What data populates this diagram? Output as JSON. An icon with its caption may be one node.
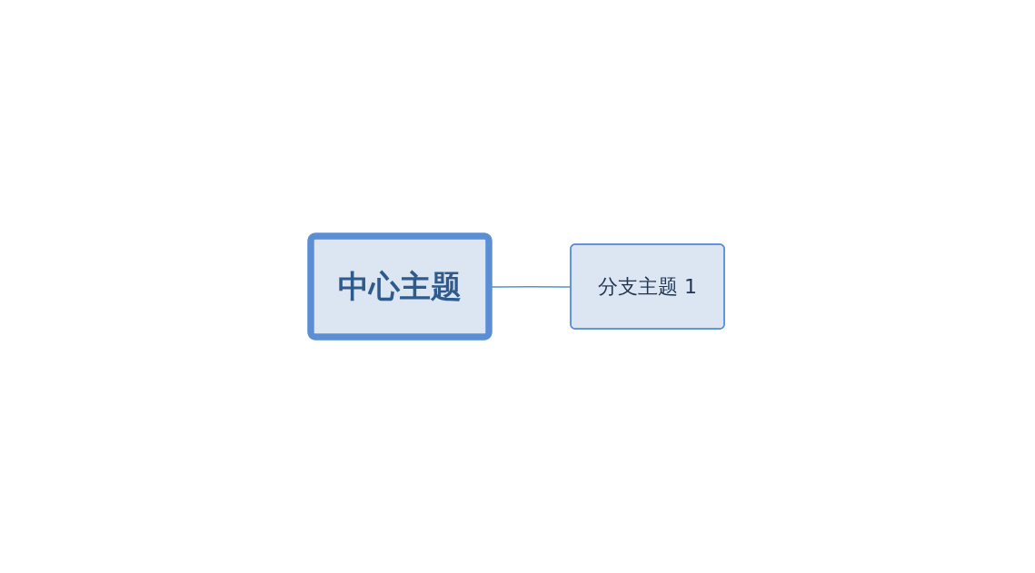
{
  "diagram": {
    "nodes": [
      {
        "text": [
          "中心主题"
        ]
      },
      {
        "text": [
          "分支主题 1"
        ]
      }
    ],
    "edges": [
      {
        "from": 0,
        "to": 1,
        "arrow": "none"
      }
    ]
  }
}
